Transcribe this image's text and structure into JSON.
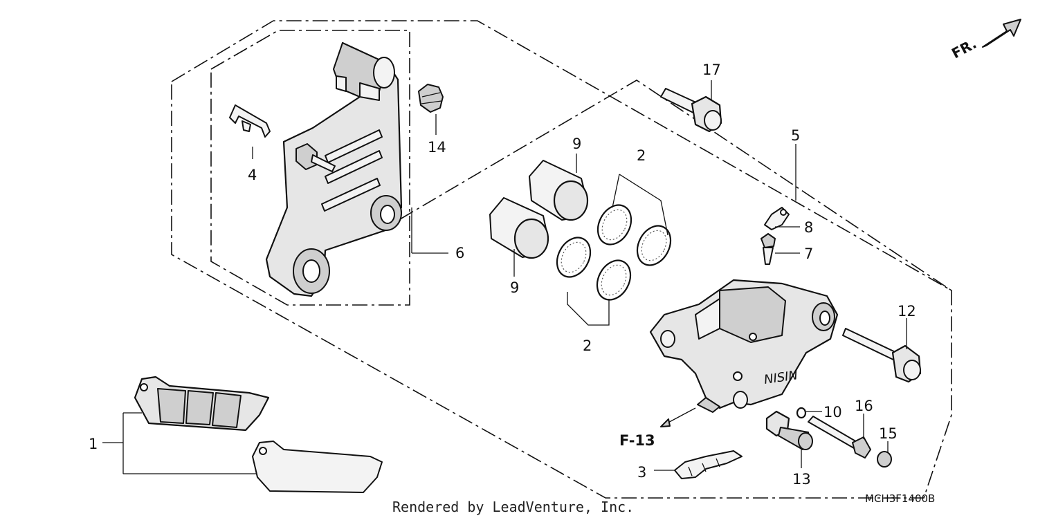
{
  "diagram": {
    "diagram_code": "MCH3F1400B",
    "credit": "Rendered by LeadVenture, Inc.",
    "direction_label": "FR.",
    "reference_label": "F-13",
    "callouts": {
      "c1": "1",
      "c2a": "2",
      "c2b": "2",
      "c3": "3",
      "c4": "4",
      "c5": "5",
      "c6": "6",
      "c7": "7",
      "c8": "8",
      "c9a": "9",
      "c9b": "9",
      "c10": "10",
      "c12": "12",
      "c13": "13",
      "c14": "14",
      "c15": "15",
      "c16": "16",
      "c17": "17"
    },
    "caliper_brand": "NISIN"
  }
}
